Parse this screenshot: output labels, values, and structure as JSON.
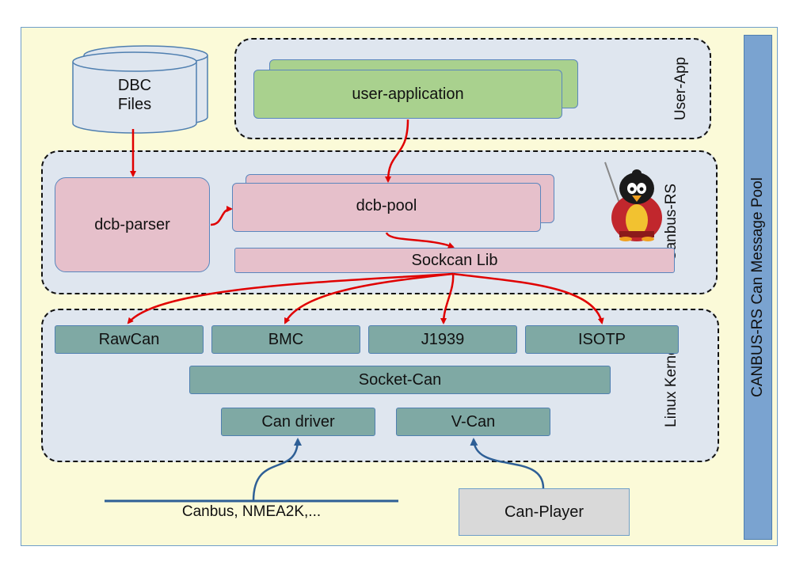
{
  "pool_label": "CANBUS-RS Can Message Pool",
  "dbc": {
    "line1": "DBC",
    "line2": "Files"
  },
  "groups": {
    "user_app": "User-App",
    "canbus_rs": "Canbus-RS",
    "linux_kernel": "Linux Kernel"
  },
  "nodes": {
    "user_application": "user-application",
    "dcb_parser": "dcb-parser",
    "dcb_pool": "dcb-pool",
    "sockcan_lib": "Sockcan Lib",
    "rawcan": "RawCan",
    "bmc": "BMC",
    "j1939": "J1939",
    "isotp": "ISOTP",
    "socket_can": "Socket-Can",
    "can_driver": "Can driver",
    "v_can": "V-Can",
    "can_player": "Can-Player"
  },
  "bus_label": "Canbus, NMEA2K,...",
  "colors": {
    "background": "#fbfad8",
    "group_fill": "#dfe6ef",
    "user_app_fill": "#a9d18e",
    "canbus_rs_fill": "#e6c0cb",
    "kernel_fill": "#7fa9a4",
    "pool_fill": "#7aa3d0",
    "red_arrow": "#e00000",
    "blue_arrow": "#2e5f96"
  },
  "icons": {
    "mascot": "samurai-penguin-icon"
  }
}
